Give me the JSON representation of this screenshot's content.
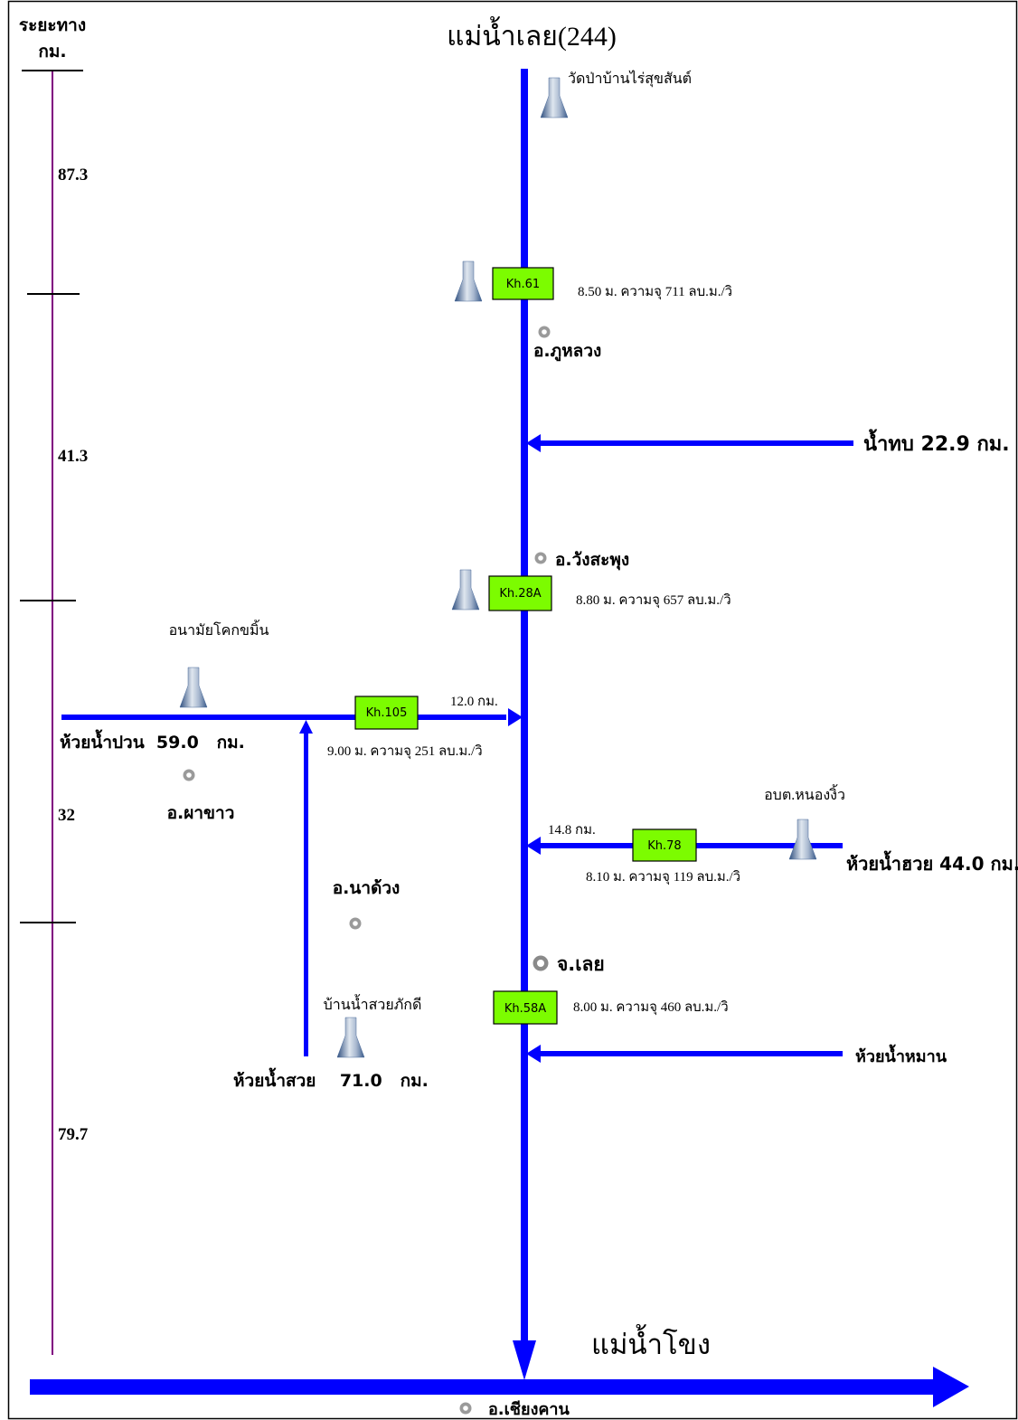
{
  "title": "แม่น้ำเลย(244)",
  "mekong_label": "แม่น้ำโขง",
  "distance_axis": {
    "label_line1": "ระยะทาง",
    "label_line2": "กม.",
    "segments": [
      "87.3",
      "41.3",
      "32",
      "79.7"
    ]
  },
  "stations": {
    "kh61": {
      "code": "Kh.61",
      "info": "8.50 ม. ความจุ 711 ลบ.ม./วิ"
    },
    "kh28a": {
      "code": "Kh.28A",
      "info": "8.80 ม. ความจุ 657 ลบ.ม./วิ"
    },
    "kh105": {
      "code": "Kh.105",
      "info": "9.00 ม. ความจุ 251 ลบ.ม./วิ"
    },
    "kh78": {
      "code": "Kh.78",
      "info": "8.10 ม. ความจุ 119 ลบ.ม./วิ"
    },
    "kh58a": {
      "code": "Kh.58A",
      "info": "8.00 ม. ความจุ 460 ลบ.ม./วิ"
    }
  },
  "rain_gauges": {
    "wat_pa": "วัดป่าบ้านไร่สุขสันต์",
    "anamai": "อนามัยโคกขมิ้น",
    "obt_nongngio": "อบต.หนองงิ้ว",
    "ban_nam_suai": "บ้านน้ำสวยภักดี"
  },
  "towns": {
    "phu_luang": "อ.ภูหลวง",
    "wang_saphung": "อ.วังสะพุง",
    "pha_khao": "อ.ผาขาว",
    "na_duang": "อ.นาด้วง",
    "loei": "จ.เลย",
    "chiang_khan": "อ.เชียงคาน"
  },
  "tributaries": {
    "nam_thop": "น้ำทบ 22.9 กม.",
    "huai_nam_puan": "ห้วยน้ำปวน  59.0   กม.",
    "huai_nam_puan_confluence": "12.0 กม.",
    "huai_nam_huai": "ห้วยน้ำฮวย 44.0 กม.",
    "huai_nam_huai_confluence": "14.8 กม.",
    "huai_nam_man": "ห้วยน้ำหมาน",
    "huai_nam_suai": "ห้วยน้ำสวย    71.0   กม."
  },
  "colors": {
    "river": "#0000ff",
    "station_fill": "#7cfc00",
    "axis": "#800080",
    "frame": "#000000",
    "town_marker": "#999999",
    "gauge_light": "#d4dce8",
    "gauge_dark": "#3a5a8a"
  }
}
